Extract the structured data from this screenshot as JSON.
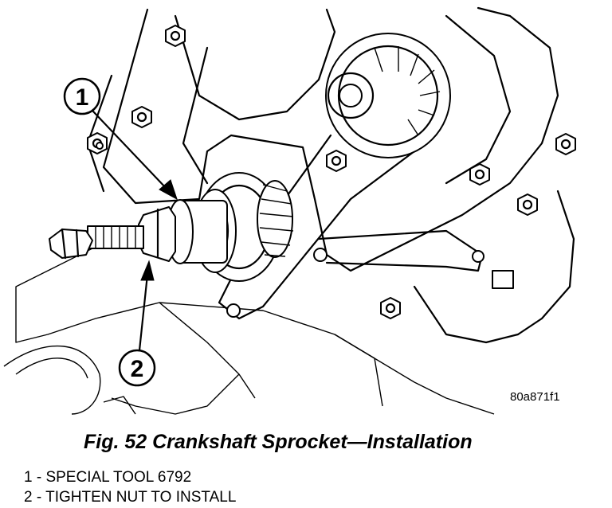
{
  "figure": {
    "callouts": [
      {
        "number": "1"
      },
      {
        "number": "2"
      }
    ],
    "code": "80a871f1"
  },
  "caption": {
    "title": "Fig. 52 Crankshaft Sprocket—Installation"
  },
  "legend": [
    {
      "text": "1 - SPECIAL TOOL 6792"
    },
    {
      "text": "2 - TIGHTEN NUT TO INSTALL"
    }
  ]
}
